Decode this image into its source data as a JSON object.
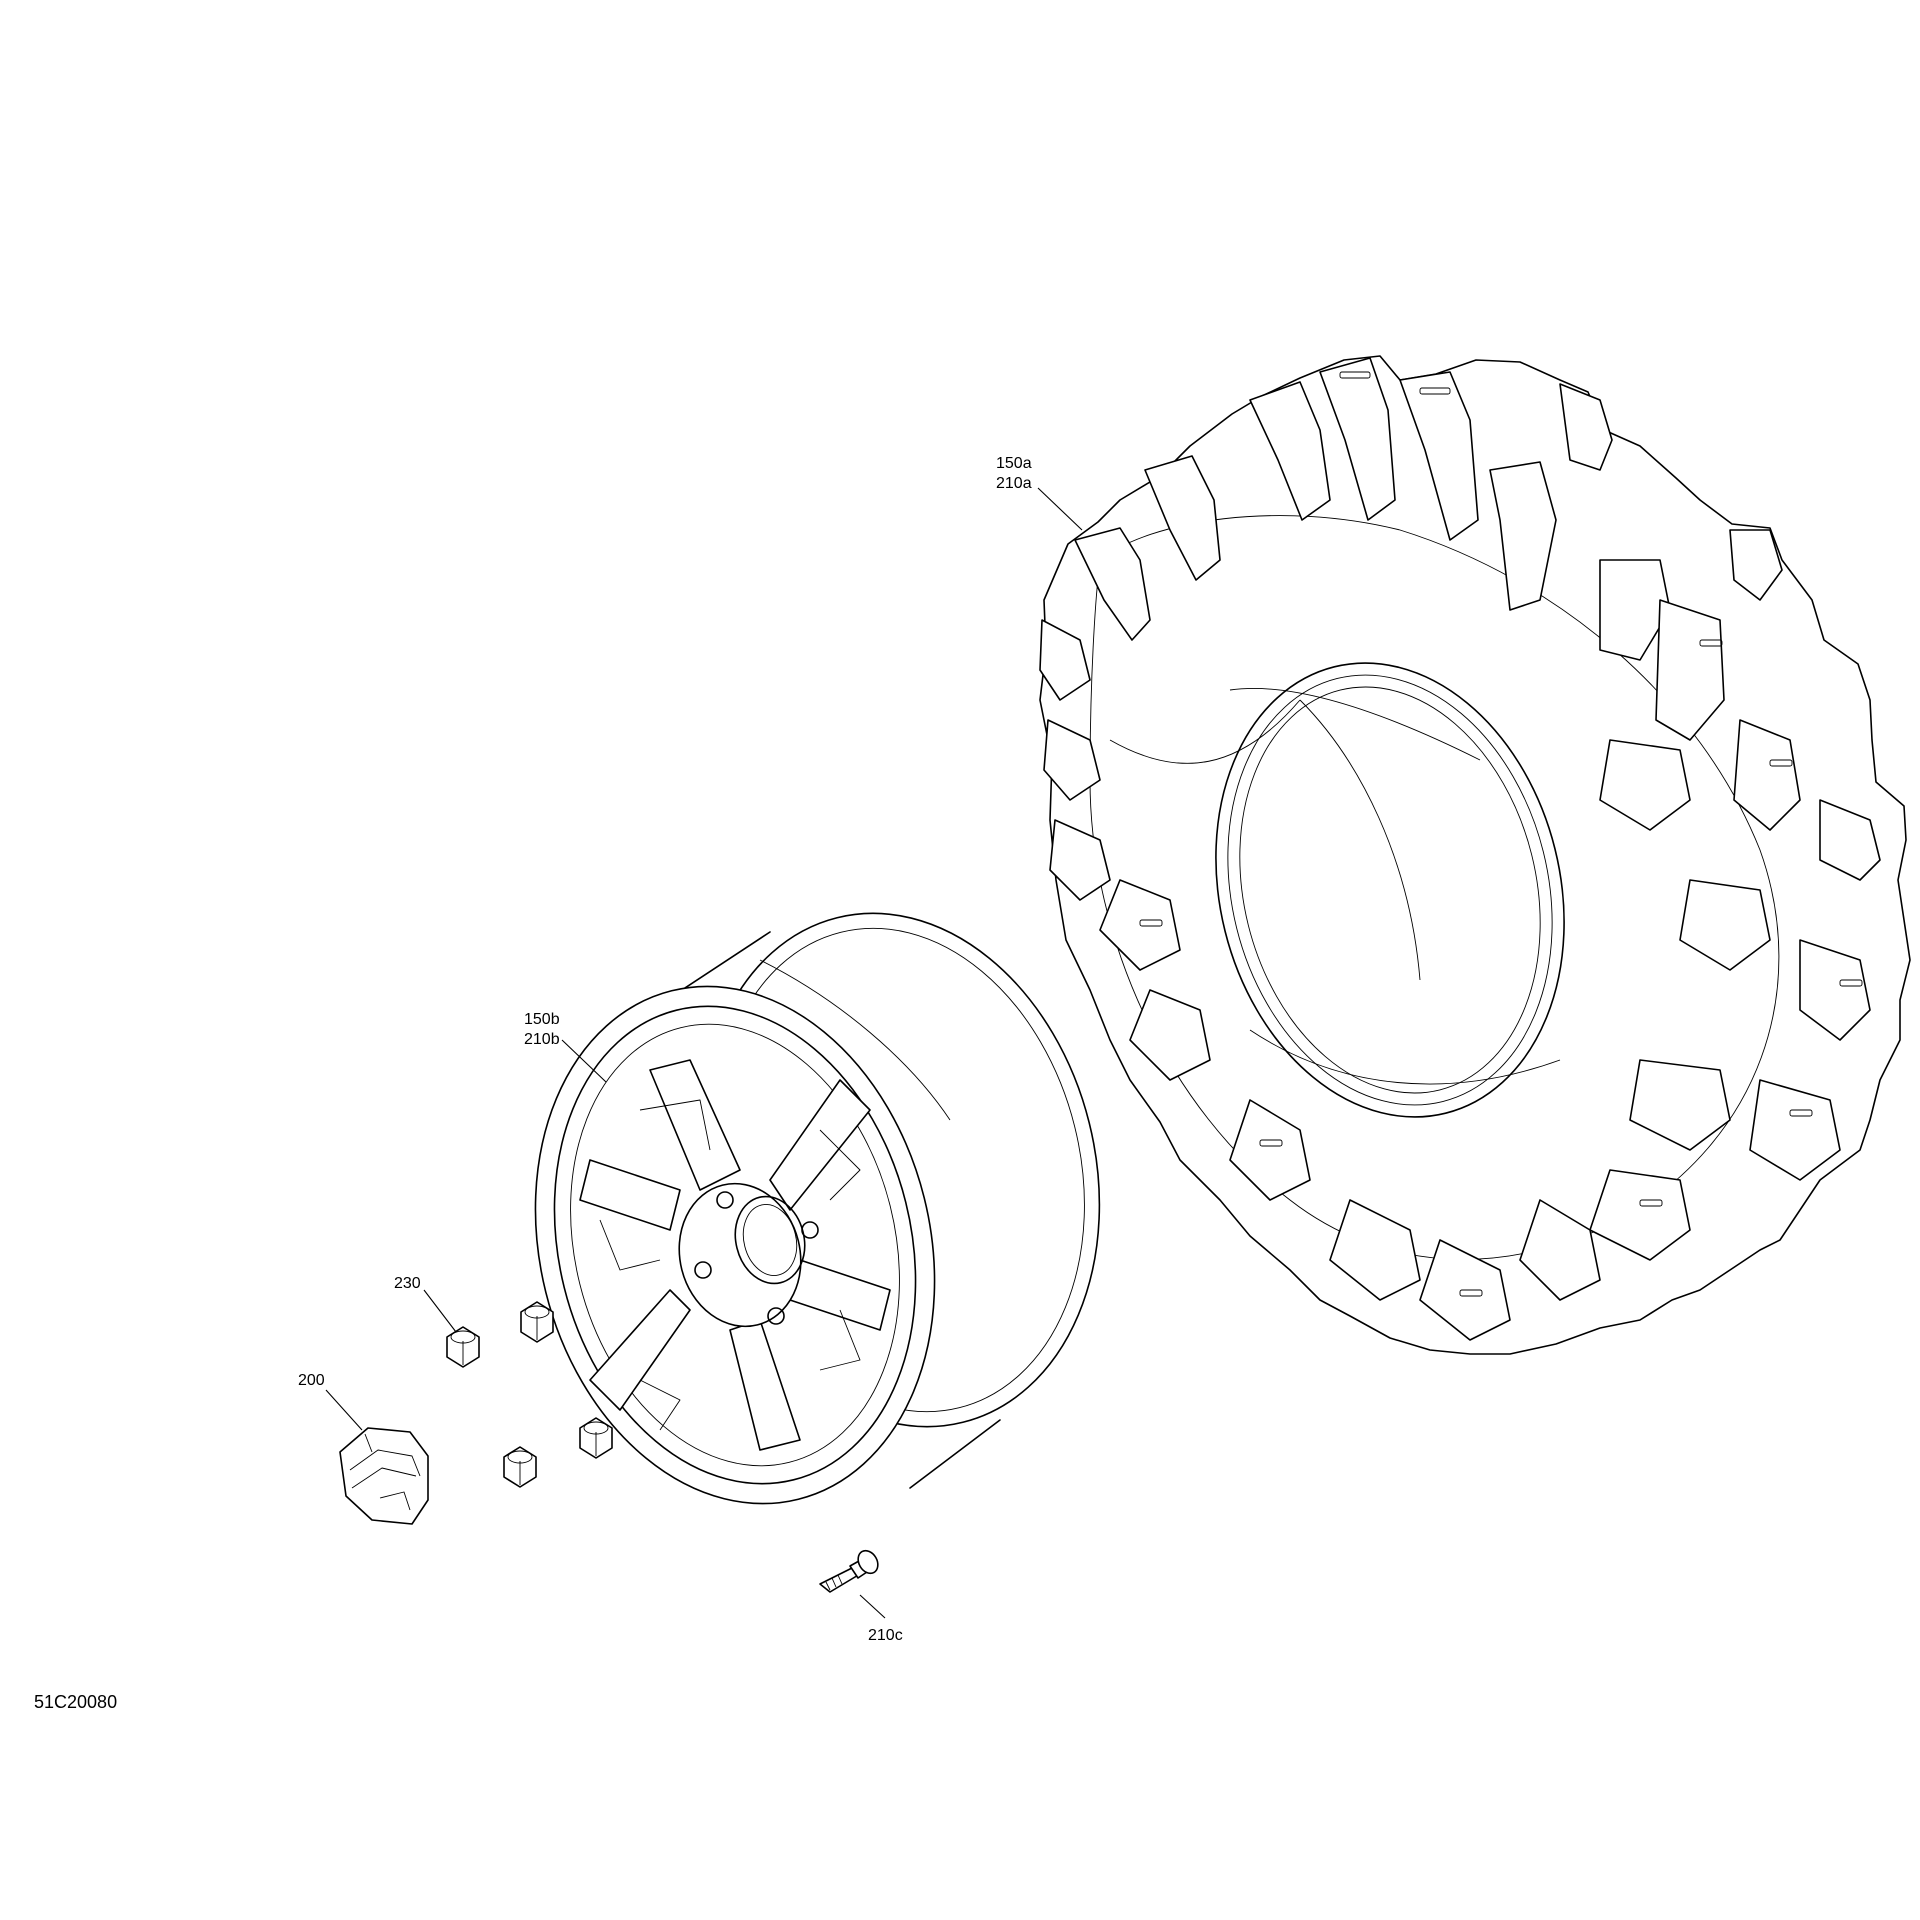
{
  "drawing_number": "51C20080",
  "callouts": {
    "tire": [
      "150a",
      "210a"
    ],
    "rim": [
      "150b",
      "210b"
    ],
    "wheel_nut": "230",
    "center_cap": "200",
    "valve_stem": "210c"
  },
  "colors": {
    "line": "#000000",
    "background": "#ffffff"
  }
}
